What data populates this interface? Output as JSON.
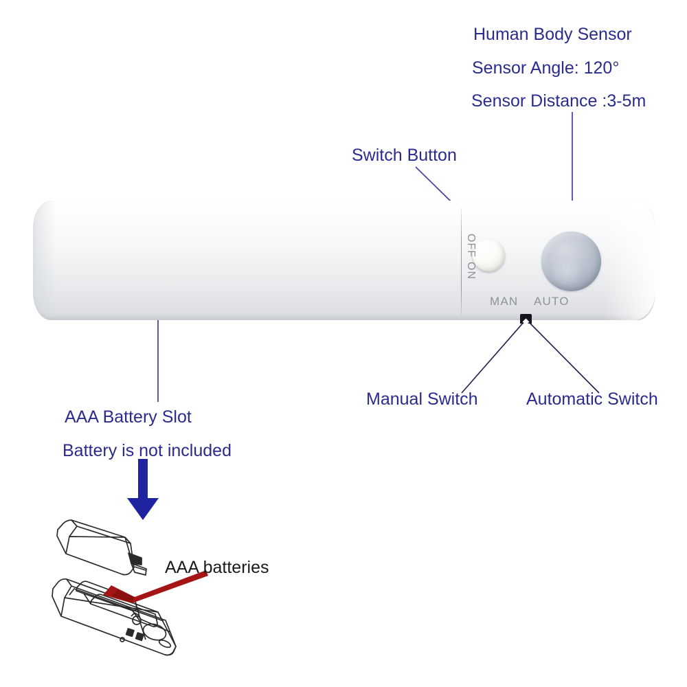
{
  "page": {
    "title": "Motion Sensor Light Product Diagram",
    "background_color": "#ffffff",
    "annotation_color": "#2b2b8f",
    "leader_line_color": "#4a4a9e",
    "arrow_color": "#1f23a0",
    "battery_arrow_color": "#a51515",
    "onboard_text_color": "#8b8f96"
  },
  "annotations": {
    "sensor": {
      "line1": "Human Body Sensor",
      "line2": "Sensor Angle: 120°",
      "line3": "Sensor Distance :3-5m"
    },
    "switch_button": "Switch Button",
    "battery_slot": {
      "line1": "AAA Battery Slot",
      "line2": "Battery is not included"
    },
    "manual_switch": "Manual Switch",
    "automatic_switch": "Automatic Switch",
    "aaa_batteries": "AAA batteries"
  },
  "device_markings": {
    "off": "OFF",
    "on": "ON",
    "man": "MAN",
    "auto": "AUTO"
  },
  "icons": {
    "down_arrow": "down-arrow-icon",
    "battery_pointer": "red-arrow-icon",
    "pir_dome": "pir-sensor-icon",
    "rotary_knob": "switch-knob-icon",
    "slide_tab": "slide-switch-icon"
  }
}
